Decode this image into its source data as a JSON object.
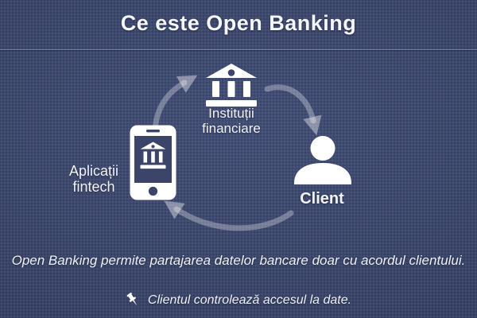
{
  "title": "Ce este Open Banking",
  "diagram": {
    "nodes": {
      "bank": {
        "label": "Instituții financiare",
        "icon": "bank-icon"
      },
      "fintech": {
        "label": "Aplicații fintech",
        "icon": "smartphone-bank-icon"
      },
      "client": {
        "label": "Client",
        "icon": "person-icon"
      }
    },
    "arrows": [
      {
        "name": "arrow-fintech-to-bank",
        "from": "fintech",
        "to": "bank"
      },
      {
        "name": "arrow-bank-to-client",
        "from": "bank",
        "to": "client"
      },
      {
        "name": "arrow-client-to-fintech",
        "from": "client",
        "to": "fintech"
      }
    ]
  },
  "caption": "Open Banking permite partajarea datelor bancare doar cu acordul clientului.",
  "note": {
    "icon": "pushpin-icon",
    "text": "Clientul controlează accesul la date."
  },
  "colors": {
    "background": "#3a4569",
    "text": "#f2f4f8",
    "arrow": "#aab3c8",
    "divider": "#c8d2ee"
  }
}
